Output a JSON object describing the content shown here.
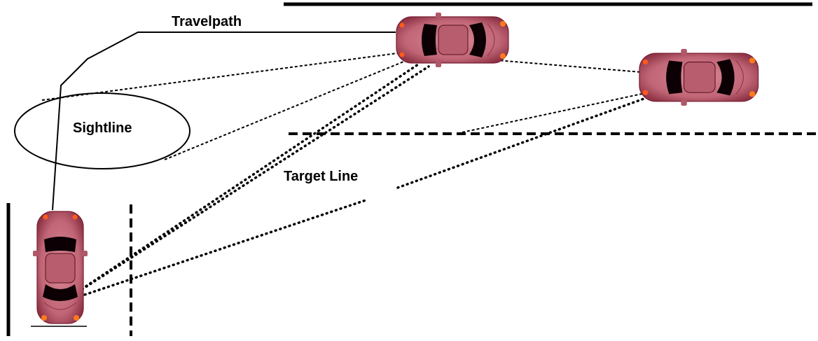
{
  "labels": {
    "travelpath": "Travelpath",
    "sightline": "Sightline",
    "target_line": "Target Line"
  },
  "colors": {
    "car_body": "#c8707e",
    "car_dark": "#7a1f33",
    "car_glass": "#0c0004",
    "car_roof": "#b85d6d",
    "headlight": "#ff7a1a",
    "lines": "#000000"
  },
  "icons": [
    "car-icon"
  ]
}
